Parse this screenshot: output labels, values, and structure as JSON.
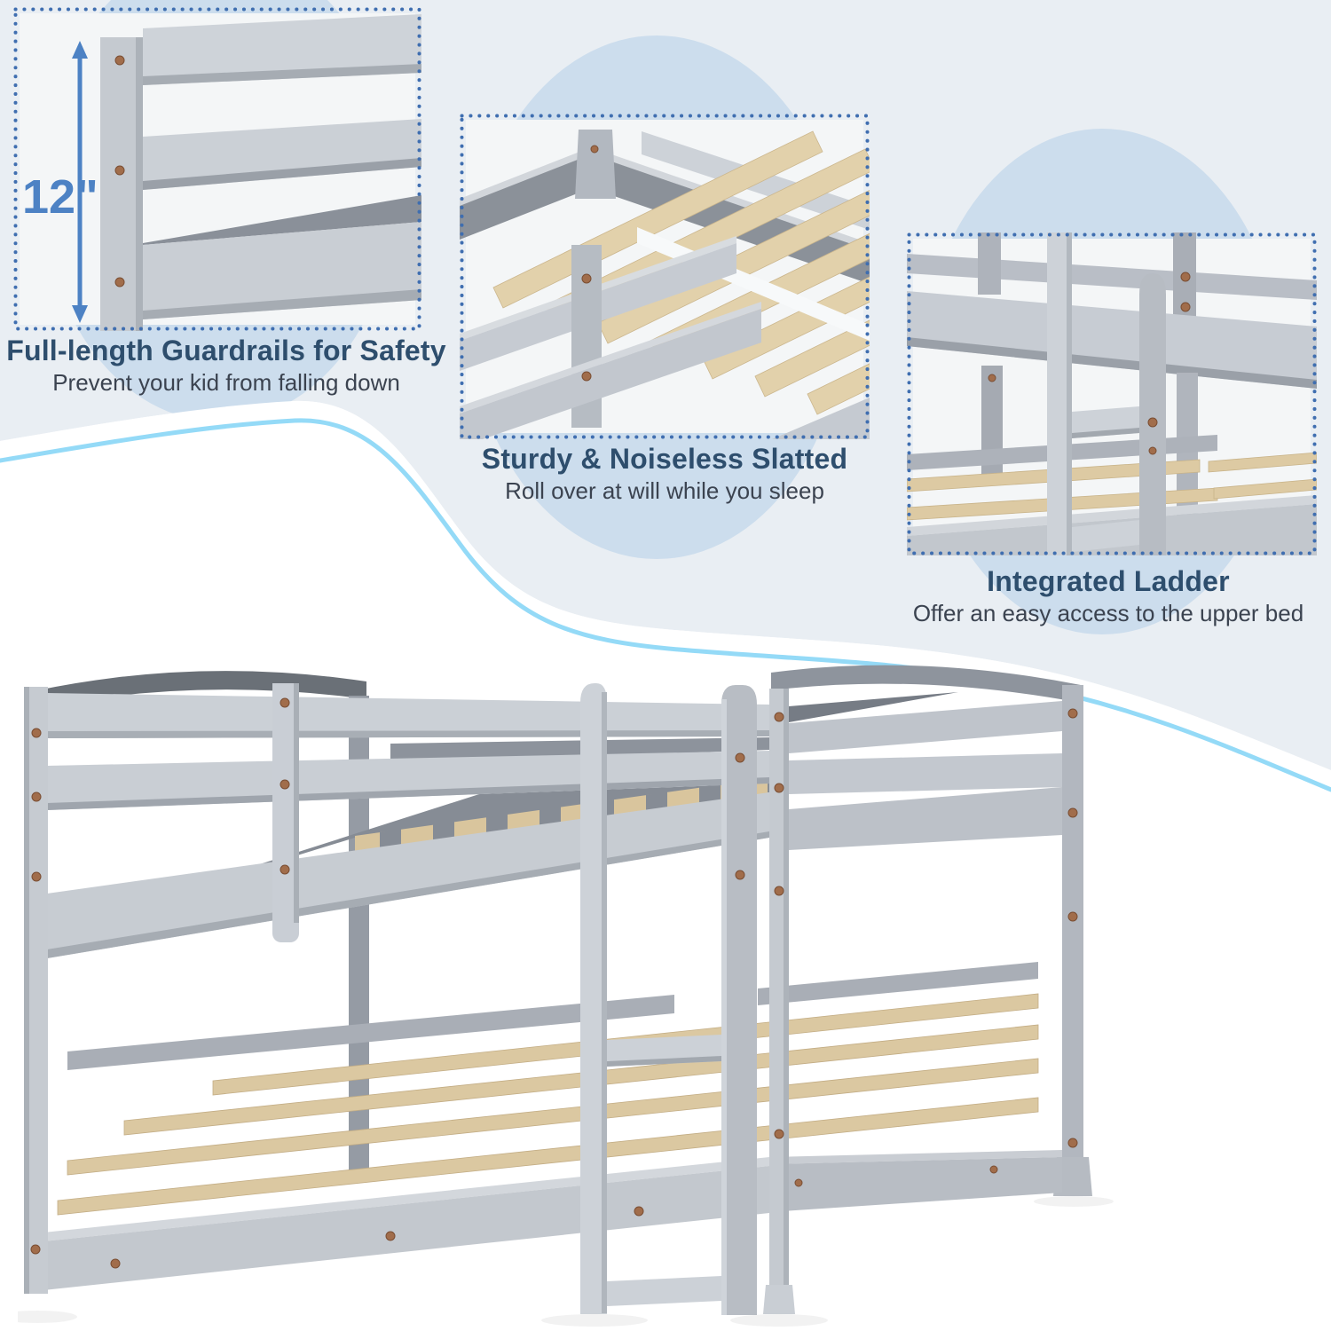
{
  "page": {
    "type": "product feature infographic",
    "background_top_color": "#e9eef3",
    "wave_line_color": "#8ed8f7",
    "circle_color": "#ccdded",
    "dotted_border_color": "#3f6eb0",
    "panel_background_color": "#f4f6f7"
  },
  "features": [
    {
      "title": "Full-length Guardrails for Safety",
      "description": "Prevent your kid from falling down",
      "measurement": "12\""
    },
    {
      "title": "Sturdy & Noiseless Slatted",
      "description": "Roll over at will while you sleep"
    },
    {
      "title": "Integrated Ladder",
      "description": "Offer an easy access to the upper bed"
    }
  ],
  "product": {
    "name": "Twin over twin low bunk bed, gray wood frame with integrated ladder",
    "frame_color": "#c7ccd2",
    "slat_wood_color": "#dcc9a2",
    "screw_color": "#a16d4b",
    "heading_text_color": "#2e4e6d",
    "description_text_color": "#3b4350",
    "measurement_text_color": "#4d82c4"
  }
}
